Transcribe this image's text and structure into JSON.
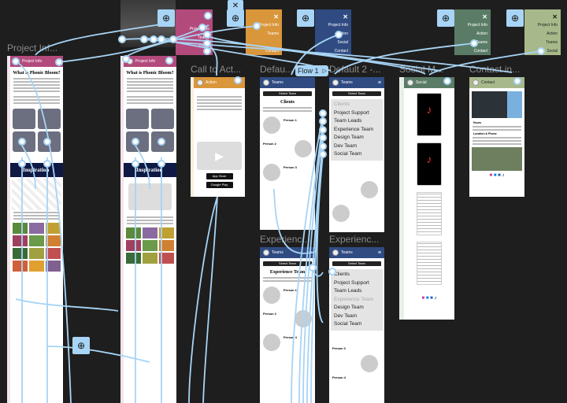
{
  "frames": {
    "project1": {
      "label": "Project Inf...",
      "header": "Project Info",
      "title": "What is Phonic Bloom?",
      "banner": "Inspiration"
    },
    "project2": {
      "header": "Project Info",
      "title": "What is Phonic Bloom?",
      "banner": "Inspiration"
    },
    "cta": {
      "label": "Call to Act...",
      "header": "Action",
      "appstore": "App Store",
      "googleplay": "Google Play"
    },
    "default": {
      "label": "Defau...",
      "header": "Teams",
      "select": "Select Team",
      "title": "Clients",
      "p1": "Person 1",
      "p2": "Person 2",
      "p3": "Person 3"
    },
    "default2": {
      "label": "Default 2 -...",
      "header": "Teams",
      "select": "Select Team"
    },
    "exp1": {
      "label": "Experienc...",
      "header": "Teams",
      "select": "Select Team",
      "title": "Experience Team",
      "p1": "Person 1",
      "p2": "Person 2",
      "p4": "Person 4"
    },
    "exp2": {
      "label": "Experienc...",
      "header": "Teams",
      "select": "Select Team",
      "p3": "Person 3",
      "p4": "Person 4"
    },
    "social": {
      "label": "Social M...",
      "header": "Social"
    },
    "contact": {
      "label": "Contact in...",
      "header": "Contact",
      "hours": "Hours",
      "location": "Location & Phone"
    }
  },
  "dropdown1": [
    "Clients",
    "Project Support",
    "Team Leads",
    "Experience Team",
    "Design Team",
    "Dev Team",
    "Social Team"
  ],
  "dropdown2": [
    "Clients",
    "Project Support",
    "Team Leads",
    "Experience Team",
    "Design Team",
    "Dev Team",
    "Social Team"
  ],
  "menus": {
    "pink": [
      "Project Info",
      "Teams",
      "Social",
      "Contact"
    ],
    "orange": [
      "Project Info",
      "Teams",
      "",
      "Contact"
    ],
    "blue": [
      "Project Info",
      "Action",
      "Social",
      "Contact"
    ],
    "green": [
      "Project Info",
      "Action",
      "Teams",
      "Contact"
    ],
    "olive": [
      "Project Info",
      "Action",
      "Teams",
      "Social"
    ]
  },
  "close": "✕",
  "flow": {
    "label": "Flow 1"
  },
  "colors": {
    "pink": "#b34a7c",
    "orange": "#d9963a",
    "blue": "#2f4b82",
    "green": "#5a7c67",
    "olive": "#a7b98a",
    "proto": "#a8d4f5"
  }
}
